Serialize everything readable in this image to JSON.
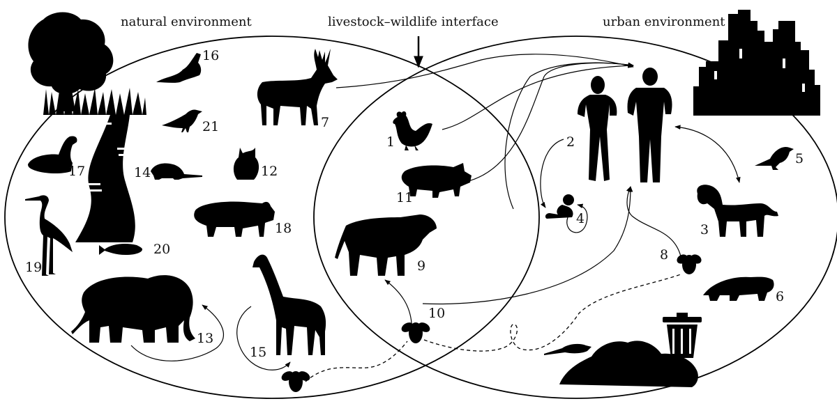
{
  "headings": {
    "natural": "natural environment",
    "interface": "livestock–wildlife interface",
    "urban": "urban environment"
  },
  "colors": {
    "ink": "#000000",
    "background": "#ffffff"
  },
  "nodes": [
    {
      "id": "1",
      "icon": "rooster-icon",
      "label": "1"
    },
    {
      "id": "2",
      "icon": "humans-icon",
      "label": "2"
    },
    {
      "id": "3",
      "icon": "dog-icon",
      "label": "3"
    },
    {
      "id": "4",
      "icon": "infant-icon",
      "label": "4"
    },
    {
      "id": "5",
      "icon": "magpie-icon",
      "label": "5"
    },
    {
      "id": "6",
      "icon": "raccoon-icon",
      "label": "6"
    },
    {
      "id": "7",
      "icon": "deer-icon",
      "label": "7"
    },
    {
      "id": "8",
      "icon": "fly-icon",
      "label": "8"
    },
    {
      "id": "9",
      "icon": "cattle-icon",
      "label": "9"
    },
    {
      "id": "10",
      "icon": "fly-icon",
      "label": "10"
    },
    {
      "id": "11",
      "icon": "domestic-pig-icon",
      "label": "11"
    },
    {
      "id": "12",
      "icon": "owl-icon",
      "label": "12"
    },
    {
      "id": "13",
      "icon": "elephant-icon",
      "label": "13"
    },
    {
      "id": "14",
      "icon": "rodent-icon",
      "label": "14"
    },
    {
      "id": "15",
      "icon": "giraffe-icon",
      "label": "15"
    },
    {
      "id": "16",
      "icon": "bat-icon",
      "label": "16"
    },
    {
      "id": "17",
      "icon": "duck-icon",
      "label": "17"
    },
    {
      "id": "18",
      "icon": "wild-pig-icon",
      "label": "18"
    },
    {
      "id": "19",
      "icon": "heron-icon",
      "label": "19"
    },
    {
      "id": "20",
      "icon": "fish-icon",
      "label": "20"
    },
    {
      "id": "21",
      "icon": "crow-icon",
      "label": "21"
    }
  ]
}
